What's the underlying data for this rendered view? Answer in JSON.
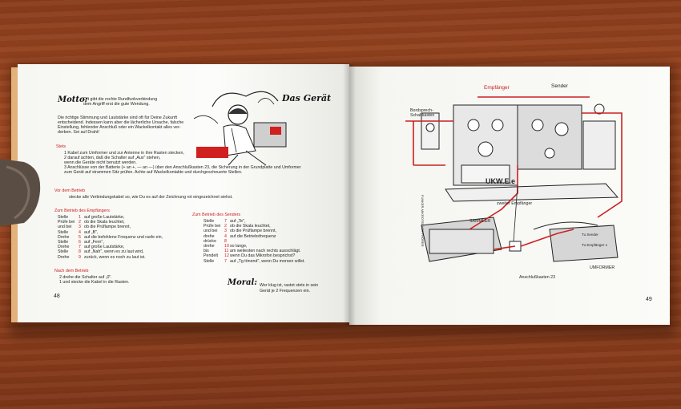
{
  "left_page": {
    "motto_label": "Motto:",
    "motto_text": [
      "Oft gibt die rechte Rundfunkverbindung",
      "dem Angriff erst die gute Wendung."
    ],
    "heading": "Das Gerät",
    "intro": [
      "Die richtige Stimmung und Lautstärke sind oft für Deine Zukunft",
      "entscheidend. Indessen kann aber die lächerliche Ursache, falsche",
      "Einstellung, fehlender Anschluß oder ein Wackelkontakt alles ver-",
      "derben. Sei auf Draht!"
    ],
    "sec1_title": "Stets",
    "sec1_lines": [
      "1 Kabel zum Umformer und zur Antenne in ihre Rasten stecken,",
      "2 darauf achten, daß die Schalter auf „Aus\" stehen,",
      "   wenn die Geräte nicht benutzt werden.",
      "3 Anschlüsse von der Batterie (+ an +, — an —) über den Anschlußkasten 23, die Sicherung in der Grundplatte und Umformer",
      "   zum Gerät auf strammen Sitz prüfen. Achte auf Wackelkontakte und durchgescheuerte Stellen."
    ],
    "sec2_title": "Vor dem Betrieb",
    "sec2_text": "stecke alle Verbindungskabel so, wie Du es auf der Zeichnung rot eingezeichnet siehst.",
    "col1_title": "Zum Betrieb des Empfängers",
    "col1_words": [
      "Stelle",
      "Prüfe bei",
      "und bei",
      "Stelle",
      "Drehe",
      "Stelle",
      "Drehe",
      "Stelle",
      "Drehe"
    ],
    "col1_nums": [
      "1",
      "2",
      "3",
      "4",
      "5",
      "6",
      "7",
      "8",
      "9"
    ],
    "col1_text": [
      "auf große Lautstärke,",
      "ob die Skala leuchtet,",
      "ob die Prüflampe brennt,",
      "auf „B\",",
      "auf die befohlene Frequenz und rasfe ein,",
      "auf „Fern\",",
      "auf große Lautstärke,",
      "auf „Nah\", wenn es zu laut wird,",
      "zurück, wenn es noch zu laut ist."
    ],
    "col2_title": "Zum Betrieb des Senders",
    "col2_words": [
      "Stelle",
      "Prüfe bei",
      "und bei",
      "drehe",
      "drücke",
      "drehe",
      "bis",
      "Pendelt",
      "Stelle"
    ],
    "col2_nums": [
      "7",
      "2",
      "3",
      "4",
      "8",
      "10",
      "11",
      "12",
      "7"
    ],
    "col2_text": [
      "auf „Te\",",
      "ob die Skala leuchtet,",
      "ob die Prüflampe brennt,",
      "auf die Betriebsfrequenz",
      "",
      "so lange,",
      "am weitesten nach rechts ausschlägt.",
      "wenn Du das Mikrofon besprichst?",
      "auf „Tg tönend\", wenn Du morsen willst."
    ],
    "after_title": "Nach dem Betrieb",
    "after_lines": [
      "2 drehe die Schalter auf „0\".",
      "1 und stecke die Kabel in die Rasten."
    ],
    "moral_label": "Moral:",
    "moral_text": [
      "Wer klug ist, rastet stets in sein",
      "Gerät je 2 Frequenzen ein."
    ],
    "page_number": "48"
  },
  "right_page": {
    "label_empfaenger": "Empfänger",
    "label_sender": "Sender",
    "label_bordsprech": "Bordsprech-",
    "label_schaltkasten": "Schaltkasten",
    "device_code": "UKW.E.e",
    "label_zweiter": "zweiter Empfänger",
    "label_funker": "FUNKER-MIKROTEL KOPFHÖRER",
    "label_sammler": "SAMMLER",
    "label_anschluss": "Anschlußkasten 23",
    "label_umformer": "UMFORMER",
    "label_tosender": "Tu Sender",
    "label_toempf": "Tu Empfänger 1",
    "page_number": "49"
  },
  "colors": {
    "accent_red": "#cc2020",
    "wood": "#9a4520"
  }
}
